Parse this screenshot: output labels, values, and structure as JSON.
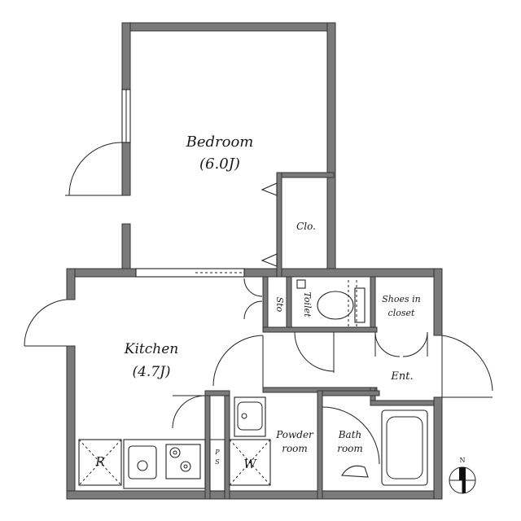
{
  "rooms": {
    "bedroom": {
      "name": "Bedroom",
      "size": "(6.0J)"
    },
    "closet": {
      "name": "Clo."
    },
    "storage": {
      "name": "Sto"
    },
    "toilet": {
      "name": "Toilet"
    },
    "shoes": {
      "line1": "Shoes in",
      "line2": "closet"
    },
    "kitchen": {
      "name": "Kitchen",
      "size": "(4.7J)"
    },
    "entrance": {
      "name": "Ent."
    },
    "powder": {
      "line1": "Powder",
      "line2": "room"
    },
    "bath": {
      "line1": "Bath",
      "line2": "room"
    }
  },
  "fixtures": {
    "refrigerator": "R",
    "washer": "W",
    "ps_top": "P",
    "ps_bottom": "S"
  },
  "compass": {
    "label": "N"
  }
}
